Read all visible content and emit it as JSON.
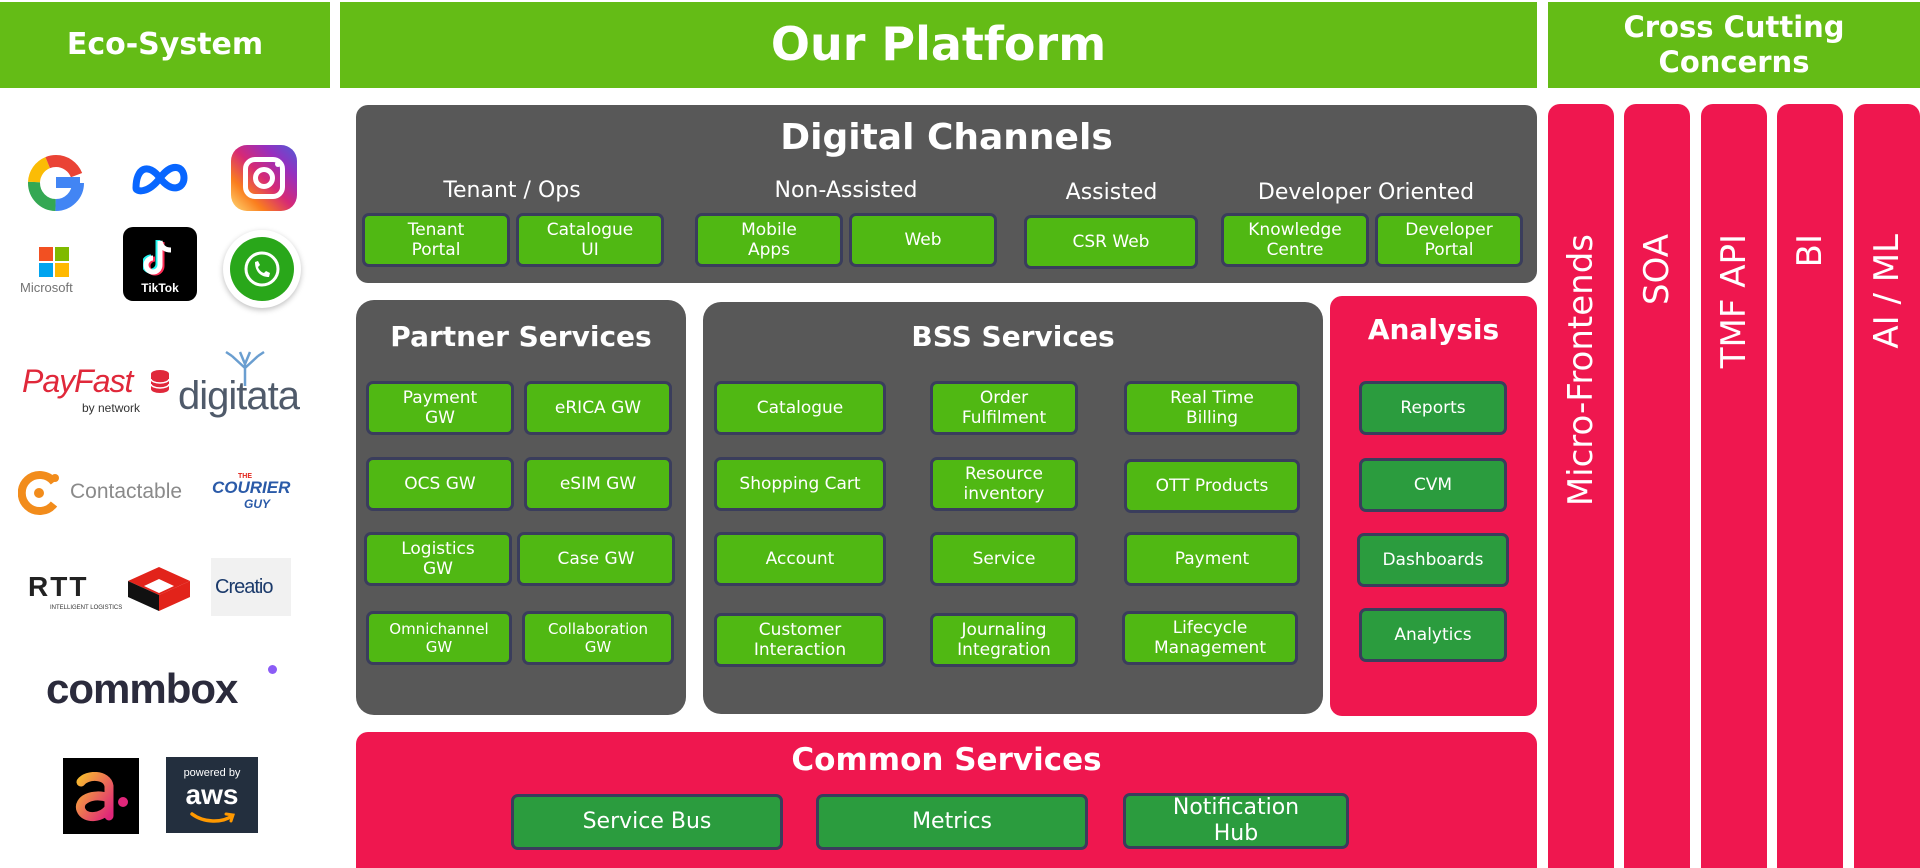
{
  "headers": {
    "ecosystem": "Eco-System",
    "platform": "Our Platform",
    "cross_cutting": "Cross Cutting\nConcerns"
  },
  "ecosystem_logos": {
    "microsoft": "Microsoft",
    "tiktok": "TikTok",
    "payfast": "PayFast",
    "payfast_sub": "by network",
    "digitata": "digitata",
    "contactable": "Contactable",
    "courier_guy_top": "THE",
    "courier_guy_main": "COURIER",
    "courier_guy_sub": "GUY",
    "rtt": "RTT",
    "rtt_sub": "INTELLIGENT LOGISTICS",
    "creatio": "Creatio",
    "commbox": "commbox",
    "aws_top": "powered by",
    "aws": "aws"
  },
  "digital_channels": {
    "title": "Digital Channels",
    "groups": [
      {
        "label": "Tenant / Ops",
        "items": [
          "Tenant\nPortal",
          "Catalogue\nUI"
        ]
      },
      {
        "label": "Non-Assisted",
        "items": [
          "Mobile\nApps",
          "Web"
        ]
      },
      {
        "label": "Assisted",
        "items": [
          "CSR Web"
        ]
      },
      {
        "label": "Developer Oriented",
        "items": [
          "Knowledge\nCentre",
          "Developer\nPortal"
        ]
      }
    ]
  },
  "partner_services": {
    "title": "Partner Services",
    "items": [
      "Payment\nGW",
      "eRICA GW",
      "OCS GW",
      "eSIM GW",
      "Logistics\nGW",
      "Case GW",
      "Omnichannel\nGW",
      "Collaboration\nGW"
    ]
  },
  "bss_services": {
    "title": "BSS Services",
    "items": [
      "Catalogue",
      "Order\nFulfilment",
      "Real Time\nBilling",
      "Shopping Cart",
      "Resource\ninventory",
      "OTT Products",
      "Account",
      "Service",
      "Payment",
      "Customer\nInteraction",
      "Journaling\nIntegration",
      "Lifecycle\nManagement"
    ]
  },
  "analysis": {
    "title": "Analysis",
    "items": [
      "Reports",
      "CVM",
      "Dashboards",
      "Analytics"
    ]
  },
  "common_services": {
    "title": "Common Services",
    "items": [
      "Service Bus",
      "Metrics",
      "Notification\nHub"
    ]
  },
  "cross_cutting": {
    "columns": [
      "Micro-Frontends",
      "SOA",
      "TMF API",
      "BI",
      "AI / ML"
    ]
  },
  "colors": {
    "header_green": "#64bc16",
    "dark_panel": "#585858",
    "pink": "#ef174f",
    "box_lime": "#50b813",
    "box_forest": "#2b9c3e",
    "box_border": "#3a3d5c"
  }
}
